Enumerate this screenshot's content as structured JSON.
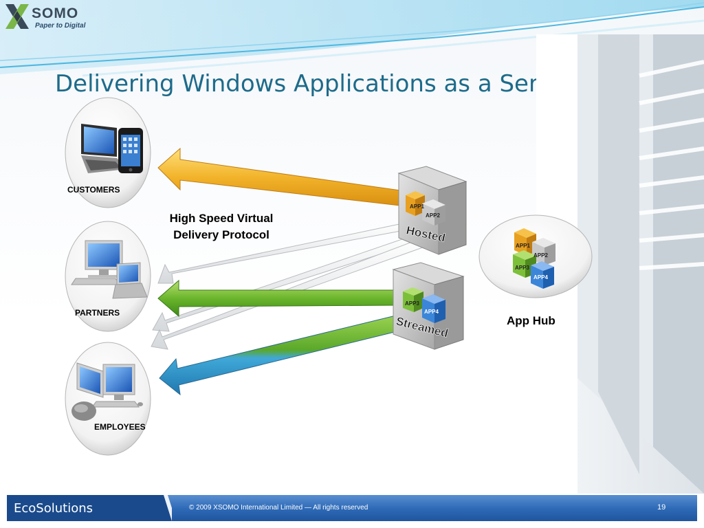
{
  "logo": {
    "name": "SOMO",
    "tagline": "Paper to Digital"
  },
  "slide": {
    "title": "Delivering Windows Applications as a Service"
  },
  "groups": {
    "customers": "CUSTOMERS",
    "partners": "PARTNERS",
    "employees": "EMPLOYEES"
  },
  "protocol": {
    "line1": "High Speed Virtual",
    "line2": "Delivery Protocol"
  },
  "servers": {
    "hosted": {
      "label": "Hosted",
      "apps": [
        "APP1",
        "APP2"
      ]
    },
    "streamed": {
      "label": "Streamed",
      "apps": [
        "APP3",
        "APP4"
      ]
    }
  },
  "hub": {
    "label": "App Hub",
    "apps": [
      "APP1",
      "APP2",
      "APP3",
      "APP4"
    ]
  },
  "footer": {
    "brand": "EcoSolutions",
    "copyright": "© 2009 XSOMO International Limited — All rights reserved",
    "page": "19"
  },
  "colors": {
    "title": "#1d6b8a",
    "arrow_orange": "#f2b32a",
    "arrow_green": "#6ab52c",
    "arrow_blue": "#2f9ed0",
    "footer": "#2f6bb8",
    "app_orange": "#e8a020",
    "app_gray": "#b8b8b8",
    "app_green": "#7cc03a",
    "app_blue": "#3b86d9"
  }
}
